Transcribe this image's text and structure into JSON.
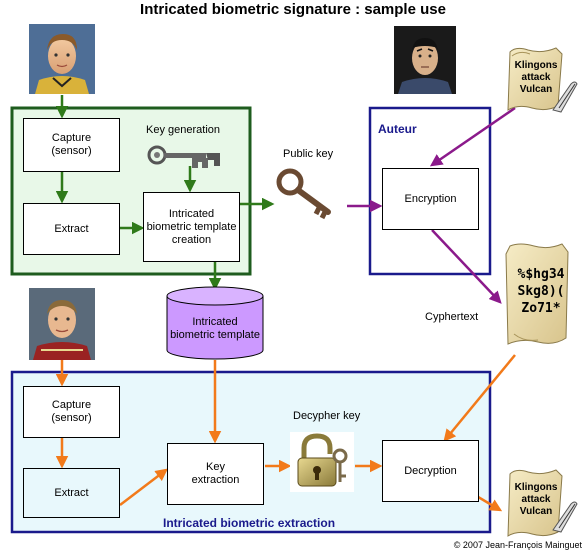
{
  "title": "Intricated biometric signature : sample use",
  "copyright": "© 2007 Jean-François Mainguet",
  "enrollment": {
    "key_generation_label": "Key generation",
    "capture_label": "Capture\n(sensor)",
    "extract_label": "Extract",
    "template_creation_label": "Intricated biometric template creation"
  },
  "public_key_label": "Public key",
  "auteur": {
    "title": "Auteur",
    "encryption_label": "Encryption"
  },
  "database_label": "Intricated biometric template",
  "cyphertext_label": "Cyphertext",
  "extraction": {
    "title": "Intricated biometric extraction",
    "capture_label": "Capture\n(sensor)",
    "extract_label": "Extract",
    "key_extraction_label": "Key extraction",
    "decypher_key_label": "Decypher key",
    "decryption_label": "Decryption"
  },
  "plain_message_lines": [
    "Klingons",
    "attack",
    "Vulcan"
  ],
  "cipher_message_lines": [
    "%$hg34",
    "Skg8)(",
    "Zo71*"
  ],
  "colors": {
    "green_frame": "#1e5c1e",
    "green_fill": "#e8f8e8",
    "navy_frame": "#1a1a8c",
    "lightblue_fill": "#e8f8fc",
    "green_arrow": "#2f7a1a",
    "purple_arrow": "#8b1a8b",
    "orange_arrow": "#f27a1a",
    "database_fill": "#cc99ff"
  },
  "icons": [
    "person-portrait",
    "skeleton-key",
    "padlock-key",
    "parchment-scroll",
    "quill-pen"
  ]
}
